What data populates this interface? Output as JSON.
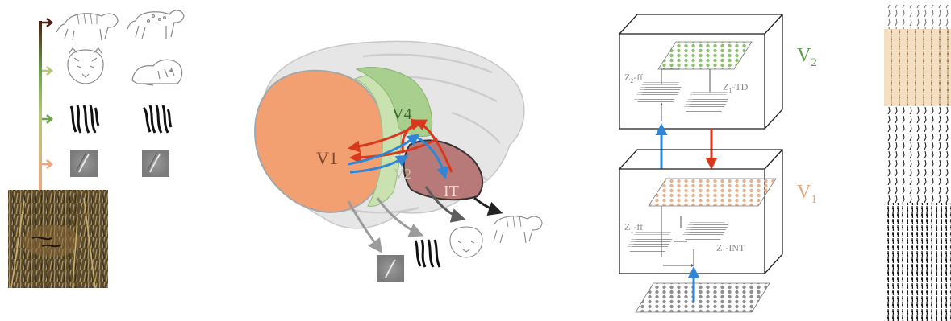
{
  "brain": {
    "labels": {
      "v1": "V1",
      "v4": "V4",
      "v2": "V2",
      "it": "IT"
    }
  },
  "model": {
    "v2_title": "V",
    "v2_sub": "2",
    "v1_title": "V",
    "v1_sub": "1",
    "z2ff_main": "Z",
    "z2ff_sub": "2",
    "z2ff_tail": "-ff",
    "z1td_main": "Z",
    "z1td_sub": "1",
    "z1td_tail": "-TD",
    "z1ff_main": "Z",
    "z1ff_sub": "1",
    "z1ff_tail": "-ff",
    "z1int_main": "Z",
    "z1int_sub": "1",
    "z1int_tail": "-INT"
  },
  "colors": {
    "hierarchy_top": "#4a1e10",
    "hierarchy_mid": "#6aa44a",
    "hierarchy_bottom": "#f0a57a",
    "v1_region": "#f2a072",
    "v2_region": "#c9e2b0",
    "v4_region": "#a9cf8f",
    "it_region": "#b77a78",
    "feedforward": "#2f86d6",
    "feedback": "#d8391d",
    "v2_text": "#5f9c4a",
    "v1_text": "#e3a880",
    "cortex_band": "#f5dfc3"
  },
  "icons": [
    "tiger-walking-icon",
    "cheetah-walking-icon",
    "tiger-face-icon",
    "tiger-lying-icon",
    "stripes-icon",
    "gabor-patch-icon",
    "tiger-photo"
  ]
}
